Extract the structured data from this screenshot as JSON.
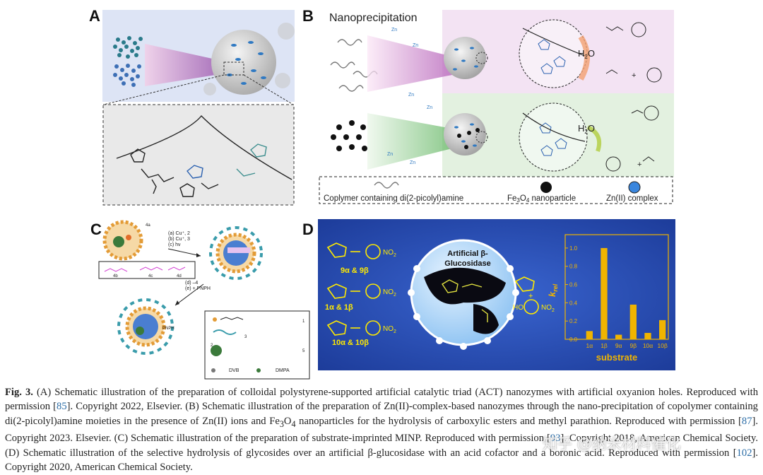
{
  "panels": {
    "a": {
      "label": "A"
    },
    "b": {
      "label": "B",
      "title": "Nanoprecipitation",
      "ion": "Zn",
      "water": "H",
      "water_sub": "2",
      "water_tail": "O",
      "legend": {
        "copolymer": "Coplymer containing di(2-picolyl)amine",
        "fe": "Fe",
        "fe_sub": "3",
        "fe_mid": "O",
        "fe_sub2": "4",
        "fe_tail": " nanoparticle",
        "zn": "Zn(II) complex"
      }
    },
    "c": {
      "label": "C",
      "reag1": "(a) Cu⁺, 2",
      "reag2": "(b) Cu⁺, 3",
      "reag3": "(c) hν",
      "reag4": "(d) ‒4",
      "reag5": "(e) + PNPH",
      "n4a": "4a",
      "n4b": "4b",
      "n4c": "4c",
      "n4d": "4d",
      "pnph": "PNPH",
      "k1": "1",
      "k2": "2",
      "k3": "3",
      "k5": "5",
      "dvb": "DVB",
      "dmpa": "DMPA"
    },
    "d": {
      "label": "D",
      "artificial1": "Artificial β-",
      "artificial2": "Glucosidase",
      "sub1": "9α & 9β",
      "sub2": "1α & 1β",
      "sub3": "10α & 10β",
      "no2": "NO",
      "no2_sub": "2",
      "ho": "HO"
    }
  },
  "chart_data": {
    "type": "bar",
    "categories": [
      "1α",
      "1β",
      "9α",
      "9β",
      "10α",
      "10β"
    ],
    "values": [
      0.09,
      1.0,
      0.05,
      0.38,
      0.07,
      0.21
    ],
    "ylabel": "k",
    "ylabel_sub": "rel",
    "xlabel": "substrate",
    "yticks": [
      "0.0",
      "0.2",
      "0.4",
      "0.6",
      "0.8",
      "1.0"
    ],
    "ylim": [
      0,
      1.1
    ],
    "grid": false,
    "bar_color": "#f0b400",
    "axis_color": "#f0b400"
  },
  "caption": {
    "fig": "Fig. 3.",
    "t1": " (A) Schematic illustration of the preparation of colloidal polystyrene-supported artificial catalytic triad (ACT) nanozymes with artificial oxyanion holes. Reproduced with permission [",
    "r1": "85",
    "t2": "]. Copyright 2022, Elsevier. (B) Schematic illustration of the preparation of Zn(II)-complex-based nanozymes through the nano-precipitation of copolymer containing di(2-picolyl)amine moieties in the presence of Zn(II) ions and Fe",
    "s1": "3",
    "t3": "O",
    "s2": "4",
    "t4": " nanoparticles for the hydrolysis of carboxylic esters and methyl parathion. Reproduced with permission [",
    "r2": "87",
    "t5": "]. Copyright 2023. Elsevier. (C) Schematic illustration of the preparation of substrate-imprinted MINP. Reproduced with permission [",
    "r3": "93",
    "t6": "]. Copyright 2018, American Chemical Society. (D) Schematic illustration of the selective hydrolysis of glycosides over an artificial β-glucosidase with an acid cofactor and a boronic acid. Reproduced with permission [",
    "r4": "102",
    "t7": "]. Copyright 2020, American Chemical Society."
  },
  "watermark": "知乎 @纳米材料催化",
  "colors": {
    "panel_d_bg": "#2a50b8",
    "panel_a_bg": "#dde4f5",
    "panel_b_top": "#f3e3f3",
    "panel_b_bottom": "#e3f1e0"
  }
}
